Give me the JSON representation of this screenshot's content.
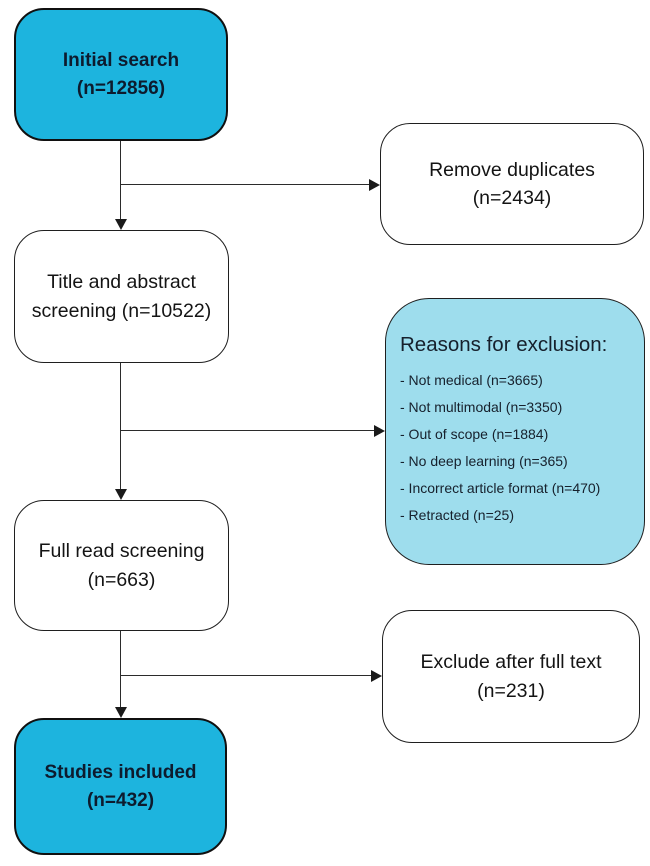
{
  "diagram_type": "flowchart",
  "colors": {
    "accent_fill": "#1db4de",
    "exclusion_fill": "#9edded",
    "plain_fill": "#ffffff",
    "border": "#1a1a1a",
    "accent_text": "#0d1b2e",
    "plain_text": "#141414"
  },
  "nodes": {
    "initial_search": {
      "line1": "Initial search",
      "line2": "(n=12856)"
    },
    "remove_duplicates": {
      "line1": "Remove duplicates",
      "line2": "(n=2434)"
    },
    "title_abstract": {
      "line1": "Title and abstract",
      "line2": "screening (n=10522)"
    },
    "full_read": {
      "line1": "Full read screening",
      "line2": "(n=663)"
    },
    "exclude_full_text": {
      "line1": "Exclude after full text",
      "line2": "(n=231)"
    },
    "studies_included": {
      "line1": "Studies included",
      "line2": "(n=432)"
    }
  },
  "exclusion": {
    "heading": "Reasons for exclusion:",
    "items": [
      "- Not medical (n=3665)",
      "- Not multimodal (n=3350)",
      "- Out of scope (n=1884)",
      "- No deep learning (n=365)",
      "- Incorrect article format (n=470)",
      "- Retracted (n=25)"
    ]
  },
  "edges": [
    {
      "from": "initial_search",
      "to": "remove_duplicates"
    },
    {
      "from": "initial_search",
      "to": "title_abstract"
    },
    {
      "from": "title_abstract",
      "to": "reasons_for_exclusion"
    },
    {
      "from": "title_abstract",
      "to": "full_read"
    },
    {
      "from": "full_read",
      "to": "exclude_full_text"
    },
    {
      "from": "full_read",
      "to": "studies_included"
    }
  ]
}
